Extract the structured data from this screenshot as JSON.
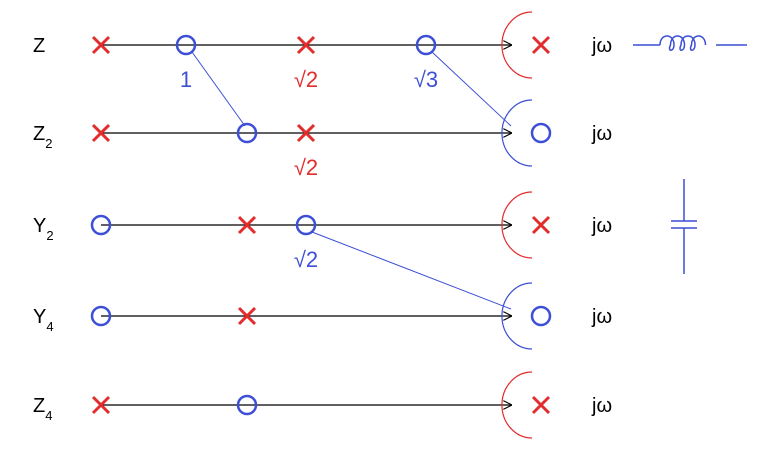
{
  "colors": {
    "pole": "#e32c2c",
    "zero": "#3c4fd6",
    "line": "#000000",
    "link": "#3c4fd6",
    "symbol": "#3c4fd6"
  },
  "rows": [
    {
      "name": "Z",
      "sub": "",
      "axis_label": "jω",
      "items": [
        {
          "kind": "pole",
          "label": ""
        },
        {
          "kind": "zero",
          "label": "1"
        },
        {
          "kind": "pole",
          "label": "√2"
        },
        {
          "kind": "zero",
          "label": "√3"
        }
      ],
      "infinity": {
        "kind": "pole"
      }
    },
    {
      "name": "Z",
      "sub": "2",
      "axis_label": "jω",
      "items": [
        {
          "kind": "pole",
          "label": ""
        },
        {
          "kind": "zero",
          "label": ""
        },
        {
          "kind": "pole",
          "label": "√2"
        }
      ],
      "infinity": {
        "kind": "zero"
      }
    },
    {
      "name": "Y",
      "sub": "2",
      "axis_label": "jω",
      "items": [
        {
          "kind": "zero",
          "label": ""
        },
        {
          "kind": "pole",
          "label": ""
        },
        {
          "kind": "zero",
          "label": "√2"
        }
      ],
      "infinity": {
        "kind": "pole"
      }
    },
    {
      "name": "Y",
      "sub": "4",
      "axis_label": "jω",
      "items": [
        {
          "kind": "zero",
          "label": ""
        },
        {
          "kind": "pole",
          "label": ""
        }
      ],
      "infinity": {
        "kind": "zero"
      }
    },
    {
      "name": "Z",
      "sub": "4",
      "axis_label": "jω",
      "items": [
        {
          "kind": "pole",
          "label": ""
        },
        {
          "kind": "zero",
          "label": ""
        }
      ],
      "infinity": {
        "kind": "pole"
      }
    }
  ],
  "links": [
    {
      "from": [
        0,
        1
      ],
      "to": [
        1,
        1
      ]
    },
    {
      "from": [
        0,
        3
      ],
      "to": [
        1,
        "inf"
      ]
    },
    {
      "from": [
        2,
        2
      ],
      "to": [
        3,
        "inf"
      ]
    }
  ],
  "symbols": [
    {
      "type": "inductor-icon",
      "row": 0
    },
    {
      "type": "capacitor-icon",
      "row": 2
    }
  ]
}
